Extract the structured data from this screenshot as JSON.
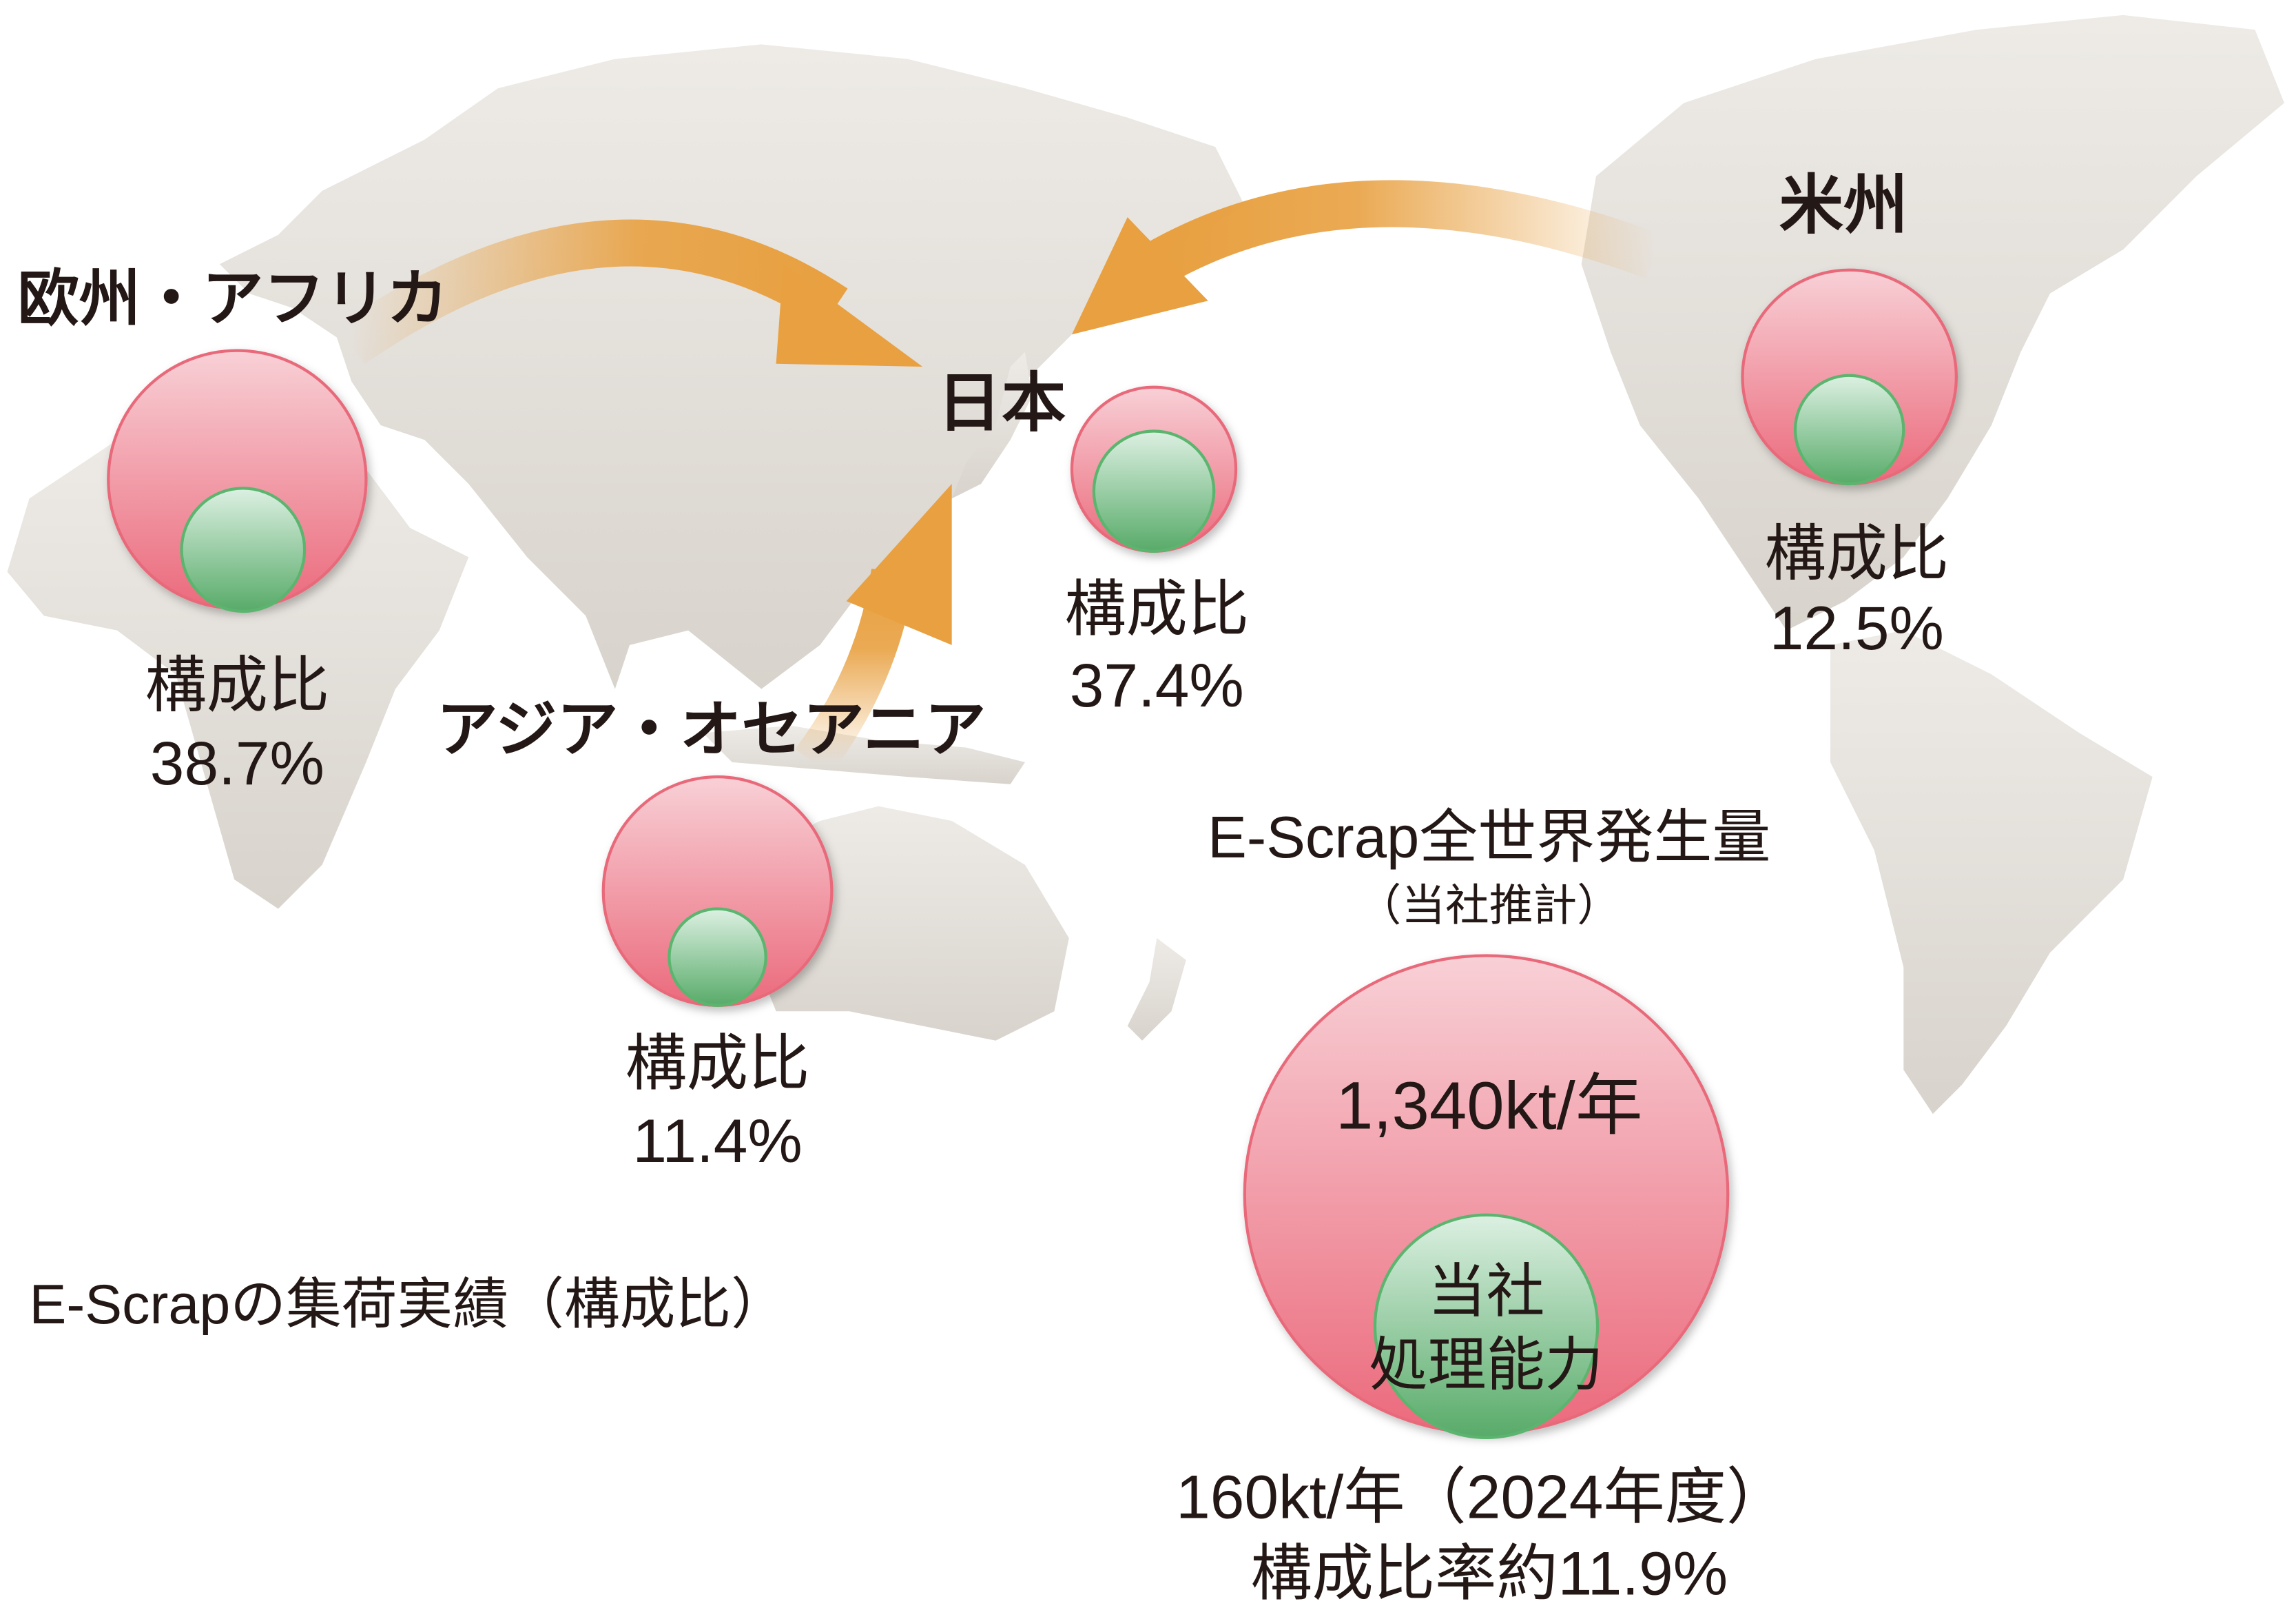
{
  "regions": [
    {
      "name": "欧州・アフリカ",
      "share_label": "構成比",
      "share_value": "38.7%"
    },
    {
      "name": "日本",
      "share_label": "構成比",
      "share_value": "37.4%"
    },
    {
      "name": "米州",
      "share_label": "構成比",
      "share_value": "12.5%"
    },
    {
      "name": "アジア・オセアニア",
      "share_label": "構成比",
      "share_value": "11.4%"
    }
  ],
  "legend": "E-Scrapの集荷実績（構成比）",
  "global": {
    "title": "E-Scrap全世界発生量",
    "subtitle": "（当社推計）",
    "total": "1,340kt/年",
    "company_line1": "当社",
    "company_line2": "処理能力",
    "capacity": "160kt/年（2024年度）",
    "ratio": "構成比率約11.9%"
  },
  "colors": {
    "arrow": "#e8a040",
    "outer_circle": "#ec6f80",
    "inner_circle": "#5aae6c",
    "land": "#e3dfda"
  }
}
